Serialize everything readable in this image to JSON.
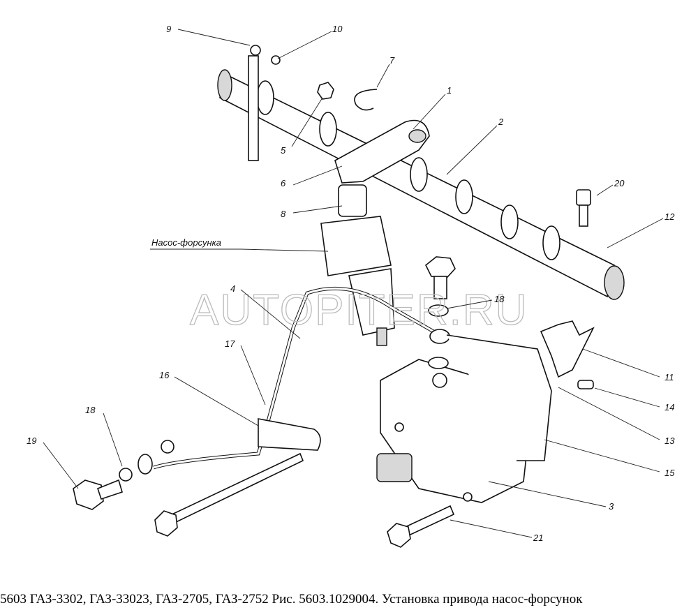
{
  "diagram": {
    "callouts": [
      "9",
      "10",
      "7",
      "1",
      "2",
      "5",
      "6",
      "8",
      "20",
      "12",
      "4",
      "18",
      "17",
      "16",
      "18",
      "19",
      "11",
      "14",
      "13",
      "15",
      "3",
      "21"
    ],
    "assembly_label": "Насос-форсунка"
  },
  "watermark": "AUTOPITER.RU",
  "caption": "5603 ГАЗ-3302, ГАЗ-33023, ГАЗ-2705, ГАЗ-2752 Рис. 5603.1029004. Установка привода насос-форсунок"
}
